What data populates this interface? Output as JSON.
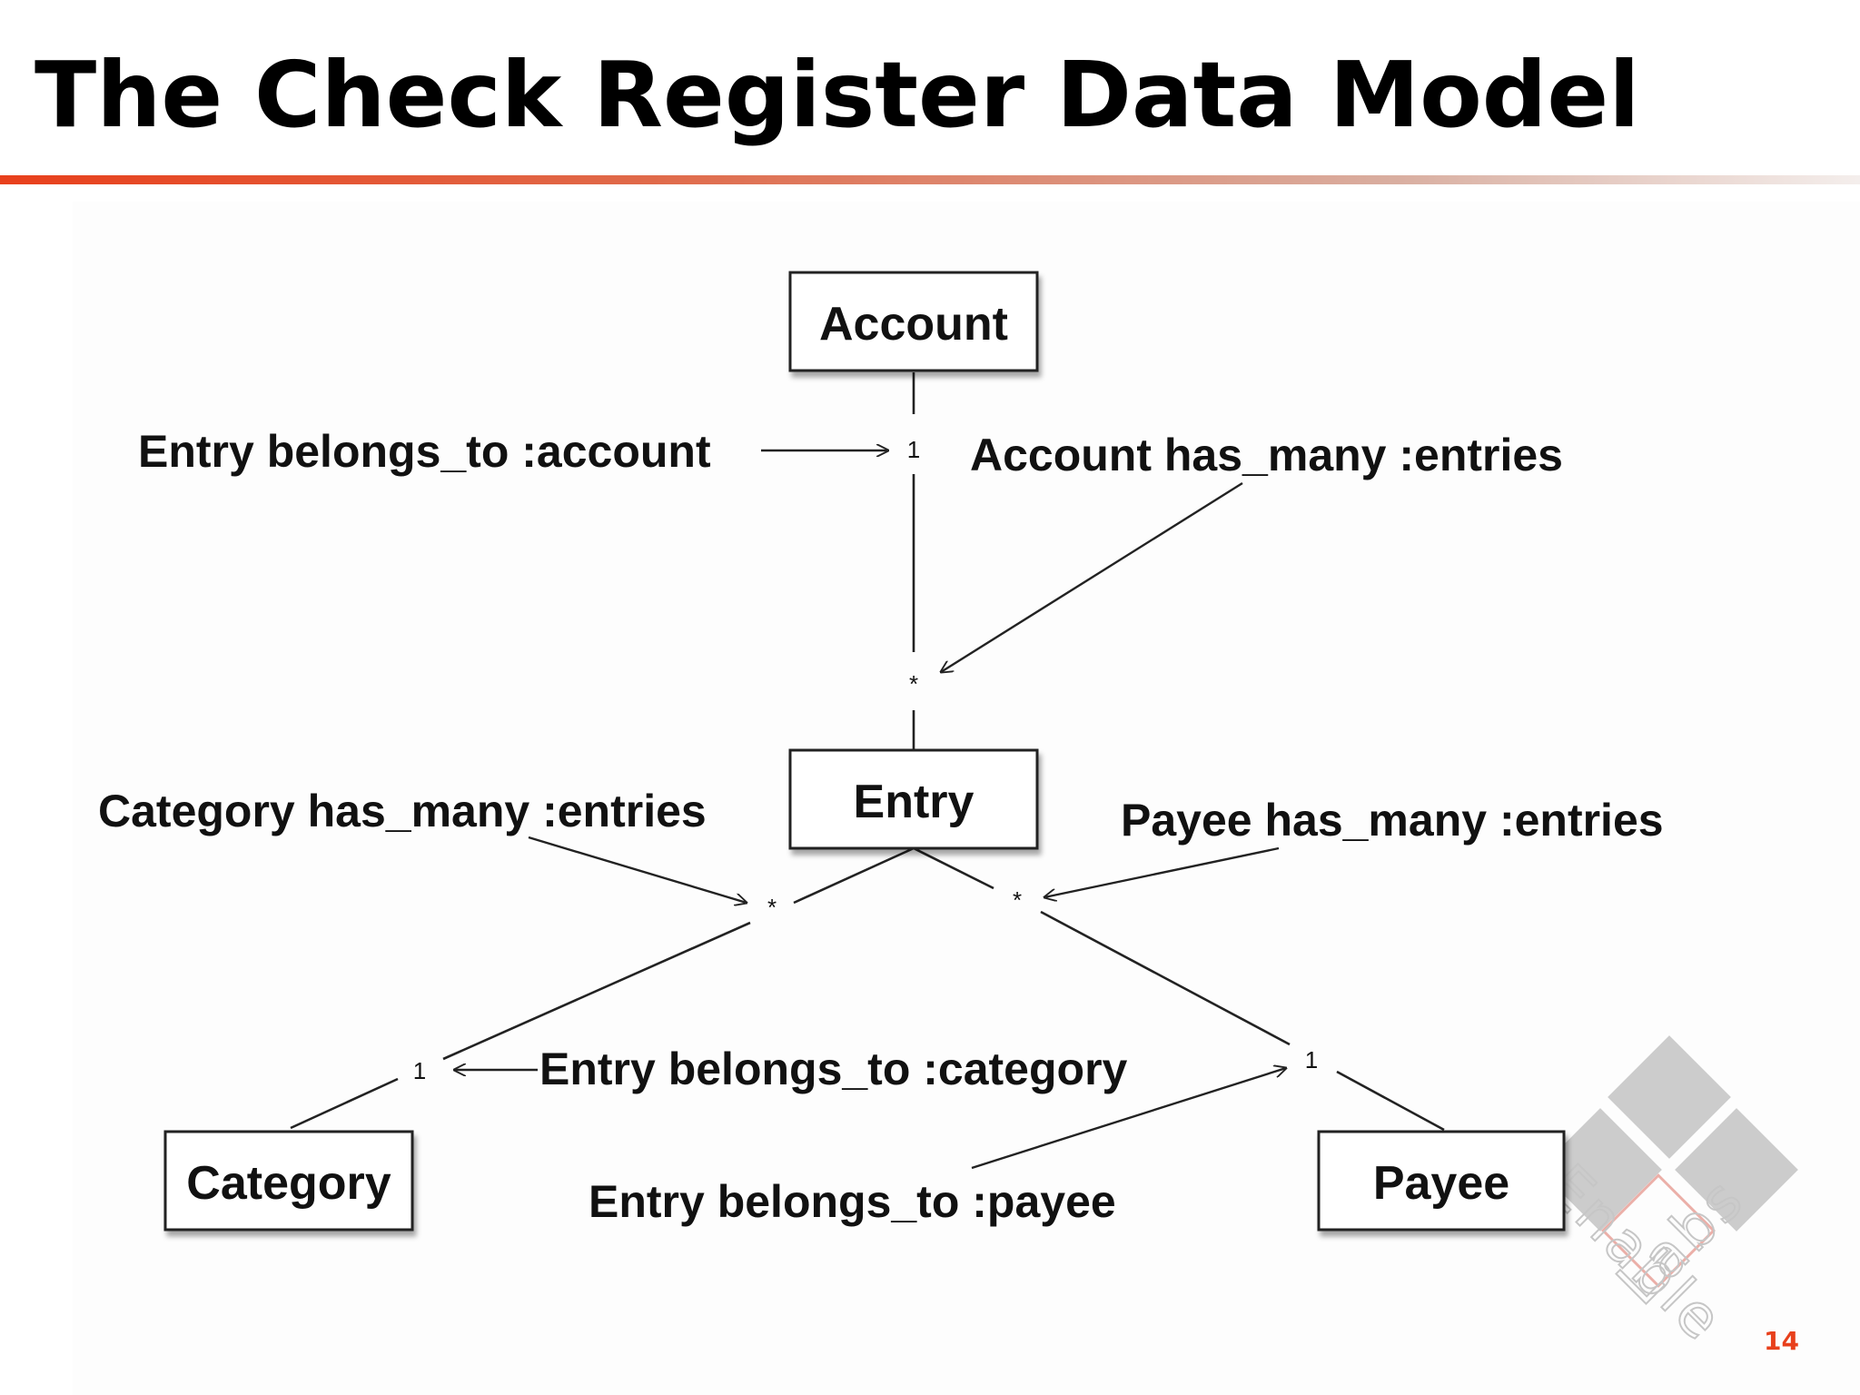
{
  "slide": {
    "title": "The Check Register Data Model",
    "page_number": "14"
  },
  "entities": {
    "account": "Account",
    "entry": "Entry",
    "category": "Category",
    "payee": "Payee"
  },
  "relationships": {
    "entry_belongs_to_account": "Entry belongs_to :account",
    "account_has_many_entries": "Account has_many :entries",
    "category_has_many_entries": "Category has_many :entries",
    "payee_has_many_entries": "Payee has_many :entries",
    "entry_belongs_to_category": "Entry belongs_to :category",
    "entry_belongs_to_payee": "Entry belongs_to :payee"
  },
  "multiplicities": {
    "account_end": "1",
    "entry_account_end": "*",
    "entry_category_end": "*",
    "entry_payee_end": "*",
    "category_end": "1",
    "payee_end": "1"
  },
  "watermark": {
    "logo_text": "Enable Labs"
  },
  "colors": {
    "title_rule_start": "#e8401c",
    "page_number": "#e8401c",
    "logo_gray": "#c4c4c4",
    "logo_accent": "#e9a29a"
  }
}
